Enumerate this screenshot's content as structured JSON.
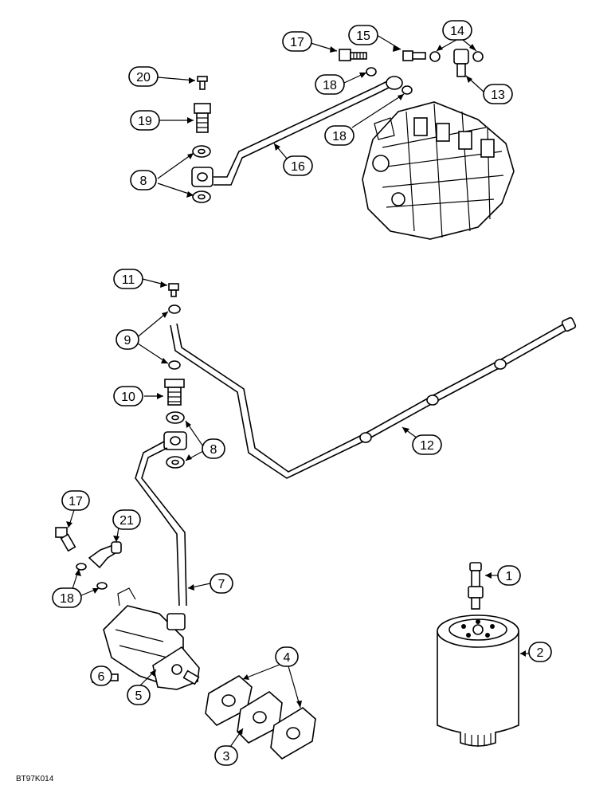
{
  "figure_code": "BT97K014",
  "callouts": {
    "c1": "1",
    "c2": "2",
    "c3": "3",
    "c4": "4",
    "c5": "5",
    "c6": "6",
    "c7": "7",
    "c8_top": "8",
    "c8_mid": "8",
    "c9": "9",
    "c10": "10",
    "c11": "11",
    "c12": "12",
    "c13": "13",
    "c14": "14",
    "c15": "15",
    "c16": "16",
    "c17_top": "17",
    "c17_low": "17",
    "c18_a": "18",
    "c18_b": "18",
    "c18_c": "18",
    "c19": "19",
    "c20": "20",
    "c21": "21"
  }
}
